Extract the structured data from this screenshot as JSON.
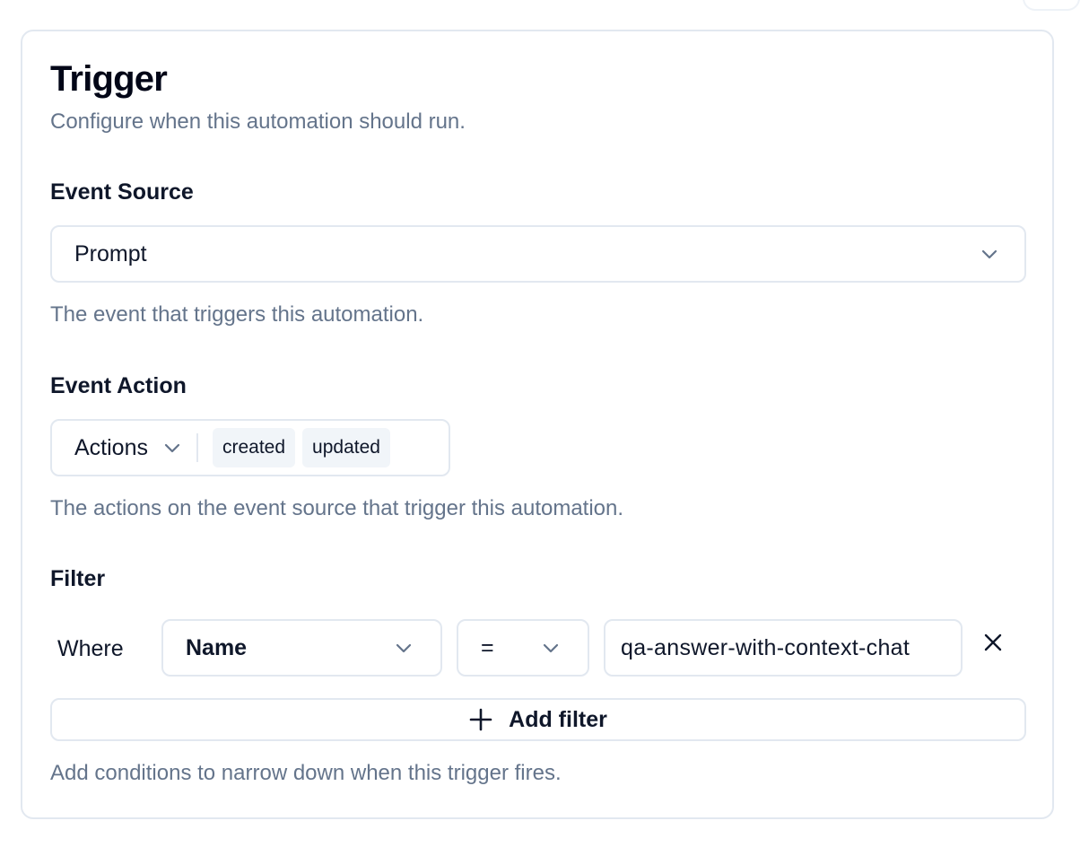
{
  "trigger": {
    "title": "Trigger",
    "subtitle": "Configure when this automation should run."
  },
  "event_source": {
    "label": "Event Source",
    "value": "Prompt",
    "help": "The event that triggers this automation."
  },
  "event_action": {
    "label": "Event Action",
    "dropdown_label": "Actions",
    "tags": [
      "created",
      "updated"
    ],
    "help": "The actions on the event source that trigger this automation."
  },
  "filter": {
    "label": "Filter",
    "where_label": "Where",
    "column_value": "Name",
    "operator_value": "=",
    "input_value": "qa-answer-with-context-chat",
    "add_button_label": "Add filter",
    "help": "Add conditions to narrow down when this trigger fires."
  },
  "icons": {
    "chevron": "chevron-down-icon",
    "close": "close-icon",
    "add": "plus-icon"
  }
}
